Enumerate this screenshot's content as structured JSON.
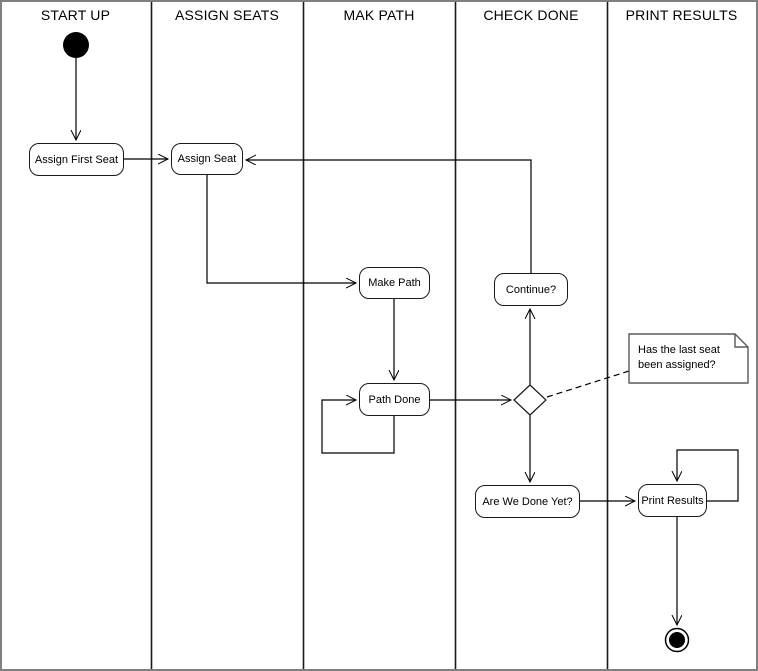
{
  "diagram": {
    "kind": "uml-activity-swimlane-diagram",
    "lanes": [
      {
        "label": "START UP"
      },
      {
        "label": "ASSIGN SEATS"
      },
      {
        "label": "MAK PATH"
      },
      {
        "label": "CHECK DONE"
      },
      {
        "label": "PRINT RESULTS"
      }
    ],
    "nodes": {
      "start": {
        "kind": "initial-node",
        "lane": "START UP"
      },
      "assign_first_seat": {
        "label": "Assign First Seat",
        "lane": "START UP"
      },
      "assign_seat": {
        "label": "Assign Seat",
        "lane": "ASSIGN SEATS"
      },
      "make_path": {
        "label": "Make Path",
        "lane": "MAK PATH"
      },
      "path_done": {
        "label": "Path Done",
        "lane": "MAK PATH"
      },
      "continue": {
        "label": "Continue?",
        "lane": "CHECK DONE"
      },
      "decision": {
        "kind": "decision-diamond",
        "lane": "CHECK DONE"
      },
      "are_we_done": {
        "label": "Are We Done Yet?",
        "lane": "CHECK DONE"
      },
      "print_results": {
        "label": "Print Results",
        "lane": "PRINT RESULTS"
      },
      "end": {
        "kind": "activity-final-node",
        "lane": "PRINT RESULTS"
      }
    },
    "note": {
      "lines": [
        "Has the last seat",
        "been assigned?"
      ]
    },
    "edges": [
      {
        "from": "start",
        "to": "assign_first_seat",
        "style": "solid-arrow"
      },
      {
        "from": "assign_first_seat",
        "to": "assign_seat",
        "style": "solid-arrow"
      },
      {
        "from": "assign_seat",
        "to": "make_path",
        "style": "solid-arrow"
      },
      {
        "from": "make_path",
        "to": "path_done",
        "style": "solid-arrow"
      },
      {
        "from": "path_done",
        "to": "path_done",
        "style": "self-loop-arrow"
      },
      {
        "from": "path_done",
        "to": "decision",
        "style": "solid-arrow"
      },
      {
        "from": "decision",
        "to": "continue",
        "style": "solid-arrow"
      },
      {
        "from": "continue",
        "to": "assign_seat",
        "style": "solid-arrow"
      },
      {
        "from": "decision",
        "to": "are_we_done",
        "style": "solid-arrow"
      },
      {
        "from": "are_we_done",
        "to": "print_results",
        "style": "solid-arrow"
      },
      {
        "from": "print_results",
        "to": "print_results",
        "style": "self-loop-arrow"
      },
      {
        "from": "print_results",
        "to": "end",
        "style": "solid-arrow"
      },
      {
        "from": "decision",
        "to": "note",
        "style": "dashed-anchor"
      }
    ],
    "colors": {
      "background": "#ffffff",
      "flow_line": "#000000",
      "lane_divider": "#1a1a1a",
      "frame_border": "#808080",
      "node_fill": "#ffffff",
      "node_stroke": "#1a1a1a",
      "note_stroke": "#595959"
    }
  }
}
